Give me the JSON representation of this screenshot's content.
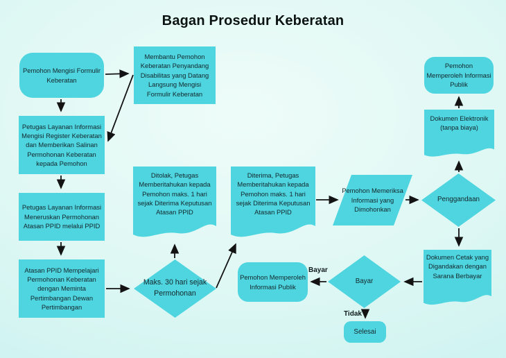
{
  "title": "Bagan Prosedur Keberatan",
  "colors": {
    "shape_fill": "#4fd5e0",
    "arrow": "#131313",
    "text": "#13262a"
  },
  "nodes": {
    "start": {
      "label": "Pemohon Mengisi Formulir Keberatan",
      "shape": "rounded"
    },
    "assist": {
      "label": "Membantu Pemohon Keberatan Penyandang Disabilitas yang Datang Langsung Mengisi Formulir Keberatan",
      "shape": "rectangle"
    },
    "register": {
      "label": "Petugas Layanan Informasi Mengisi Register Keberatan dan Memberikan Salinan Permohonan Keberatan kepada Pemohon",
      "shape": "rectangle"
    },
    "forward": {
      "label": "Petugas Layanan Informasi Meneruskan Permohonan Atasan PPID melalui PPID",
      "shape": "rectangle"
    },
    "study": {
      "label": "Atasan PPID Mempelajari Permohonan Keberatan dengan Meminta Pertimbangan Dewan Pertimbangan",
      "shape": "rectangle"
    },
    "deadline": {
      "label": "Maks. 30 hari sejak Permohonan",
      "shape": "diamond"
    },
    "rejected": {
      "label": "Ditolak, Petugas Memberitahukan kepada Pemohon maks. 1 hari sejak Diterima Keputusan Atasan PPID",
      "shape": "document"
    },
    "accepted": {
      "label": "Diterima, Petugas Memberitahukan kepada Pemohon maks. 1 hari sejak Diterima Keputusan Atasan PPID",
      "shape": "document"
    },
    "check": {
      "label": "Pemohon Memeriksa Informasi yang Dimohonkan",
      "shape": "parallelogram"
    },
    "duplicate": {
      "label": "Penggandaan",
      "shape": "diamond"
    },
    "edoc": {
      "label": "Dokumen Elektronik (tanpa biaya)",
      "shape": "document"
    },
    "obtain_top": {
      "label": "Pemohon Memperoleh Informasi Publik",
      "shape": "rounded"
    },
    "printdoc": {
      "label": "Dokumen Cetak yang Digandakan dengan Sarana Berbayar",
      "shape": "document"
    },
    "pay": {
      "label": "Bayar",
      "shape": "diamond"
    },
    "obtain_bottom": {
      "label": "Pemohon Memperoleh Informasi Publik",
      "shape": "rounded"
    },
    "done": {
      "label": "Selesai",
      "shape": "rounded"
    }
  },
  "edge_labels": {
    "pay_yes": "Bayar",
    "pay_no": "Tidak"
  }
}
